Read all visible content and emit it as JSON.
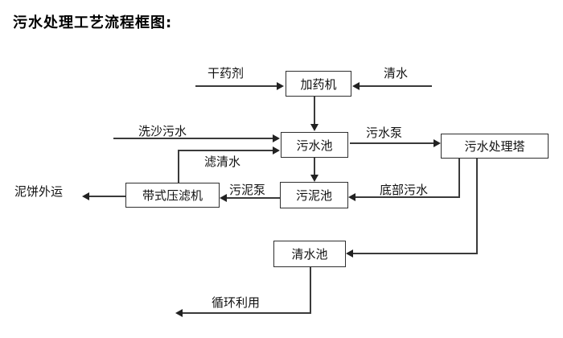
{
  "title": "污水处理工艺流程框图:",
  "nodes": {
    "dosing_machine": "加药机",
    "sewage_pool": "污水池",
    "treatment_tower": "污水处理塔",
    "sludge_pool": "污泥池",
    "belt_filter_press": "带式压滤机",
    "clear_water_pool": "清水池"
  },
  "edge_labels": {
    "dry_chemical": "干药剂",
    "clear_water": "清水",
    "sand_washing_sewage": "洗沙污水",
    "sewage_pump": "污水泵",
    "filtered_water": "滤清水",
    "sludge_pump": "污泥泵",
    "bottom_sewage": "底部污水",
    "mud_cake_out": "泥饼外运",
    "recycle_use": "循环利用"
  },
  "colors": {
    "background": "#ffffff",
    "line": "#3a3a3a",
    "box_border": "#2f2f2f",
    "text": "#111111"
  }
}
